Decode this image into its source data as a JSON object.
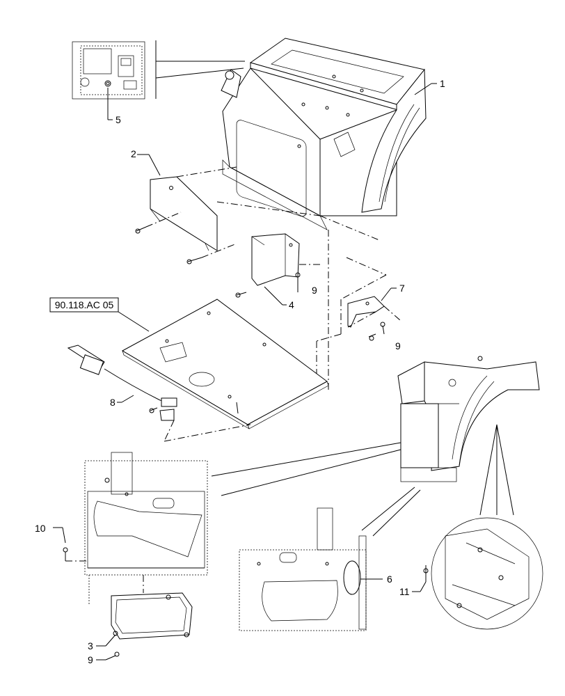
{
  "callouts": [
    {
      "id": "c1",
      "text": "1"
    },
    {
      "id": "c2",
      "text": "2"
    },
    {
      "id": "c3",
      "text": "3"
    },
    {
      "id": "c4",
      "text": "4"
    },
    {
      "id": "c5",
      "text": "5"
    },
    {
      "id": "c6",
      "text": "6"
    },
    {
      "id": "c7",
      "text": "7"
    },
    {
      "id": "c8",
      "text": "8"
    },
    {
      "id": "c9a",
      "text": "9"
    },
    {
      "id": "c9b",
      "text": "9"
    },
    {
      "id": "c9c",
      "text": "9"
    },
    {
      "id": "c10",
      "text": "10"
    },
    {
      "id": "c11",
      "text": "11"
    }
  ],
  "reference_box": {
    "text": "90.118.AC 05"
  }
}
